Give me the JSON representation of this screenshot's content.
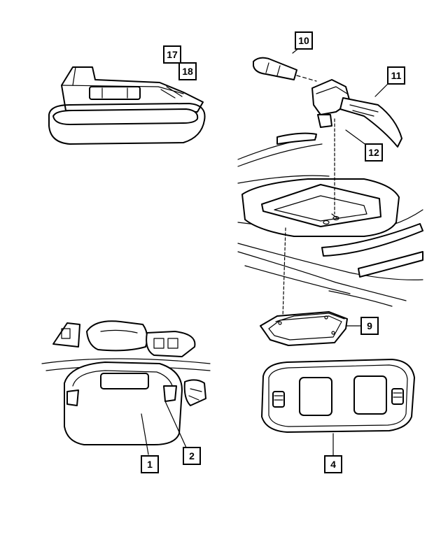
{
  "callouts": {
    "c1": "1",
    "c2": "2",
    "c4": "4",
    "c9": "9",
    "c10": "10",
    "c11": "11",
    "c12": "12",
    "c17": "17",
    "c18": "18"
  }
}
